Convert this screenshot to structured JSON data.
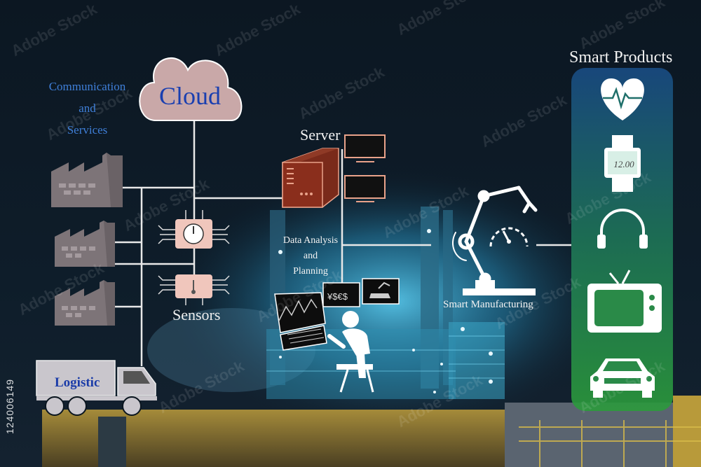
{
  "labels": {
    "communication": [
      "Communication",
      "and",
      "Services"
    ],
    "cloud": "Cloud",
    "server": "Server",
    "data_analysis": [
      "Data Analysis",
      "and",
      "Planning"
    ],
    "sensors": "Sensors",
    "logistic": "Logistic",
    "smart_manufacturing": "Smart Manufacturing",
    "smart_products": "Smart Products",
    "watch_time": "12.00"
  },
  "stock_id": "124006149",
  "watermark": "Adobe Stock",
  "colors": {
    "sky": "#0b1620",
    "cloud_fill": "#c9a8a8",
    "factory_fill": "#7d7478",
    "server_fill": "#7a2a1a",
    "sensor_fill": "#f0c6bc",
    "connector_line": "#e8e8e8",
    "products_panel": "#1f8a3a",
    "accent_blue": "#3f7fd8"
  },
  "icons": [
    "cloud-icon",
    "factory-icon",
    "server-icon",
    "monitor-icon",
    "sensor-chip-icon",
    "gauge-icon",
    "robot-arm-icon",
    "operator-workstation-icon",
    "truck-icon",
    "heart-rate-icon",
    "smartwatch-icon",
    "headphones-icon",
    "tv-icon",
    "car-icon"
  ]
}
